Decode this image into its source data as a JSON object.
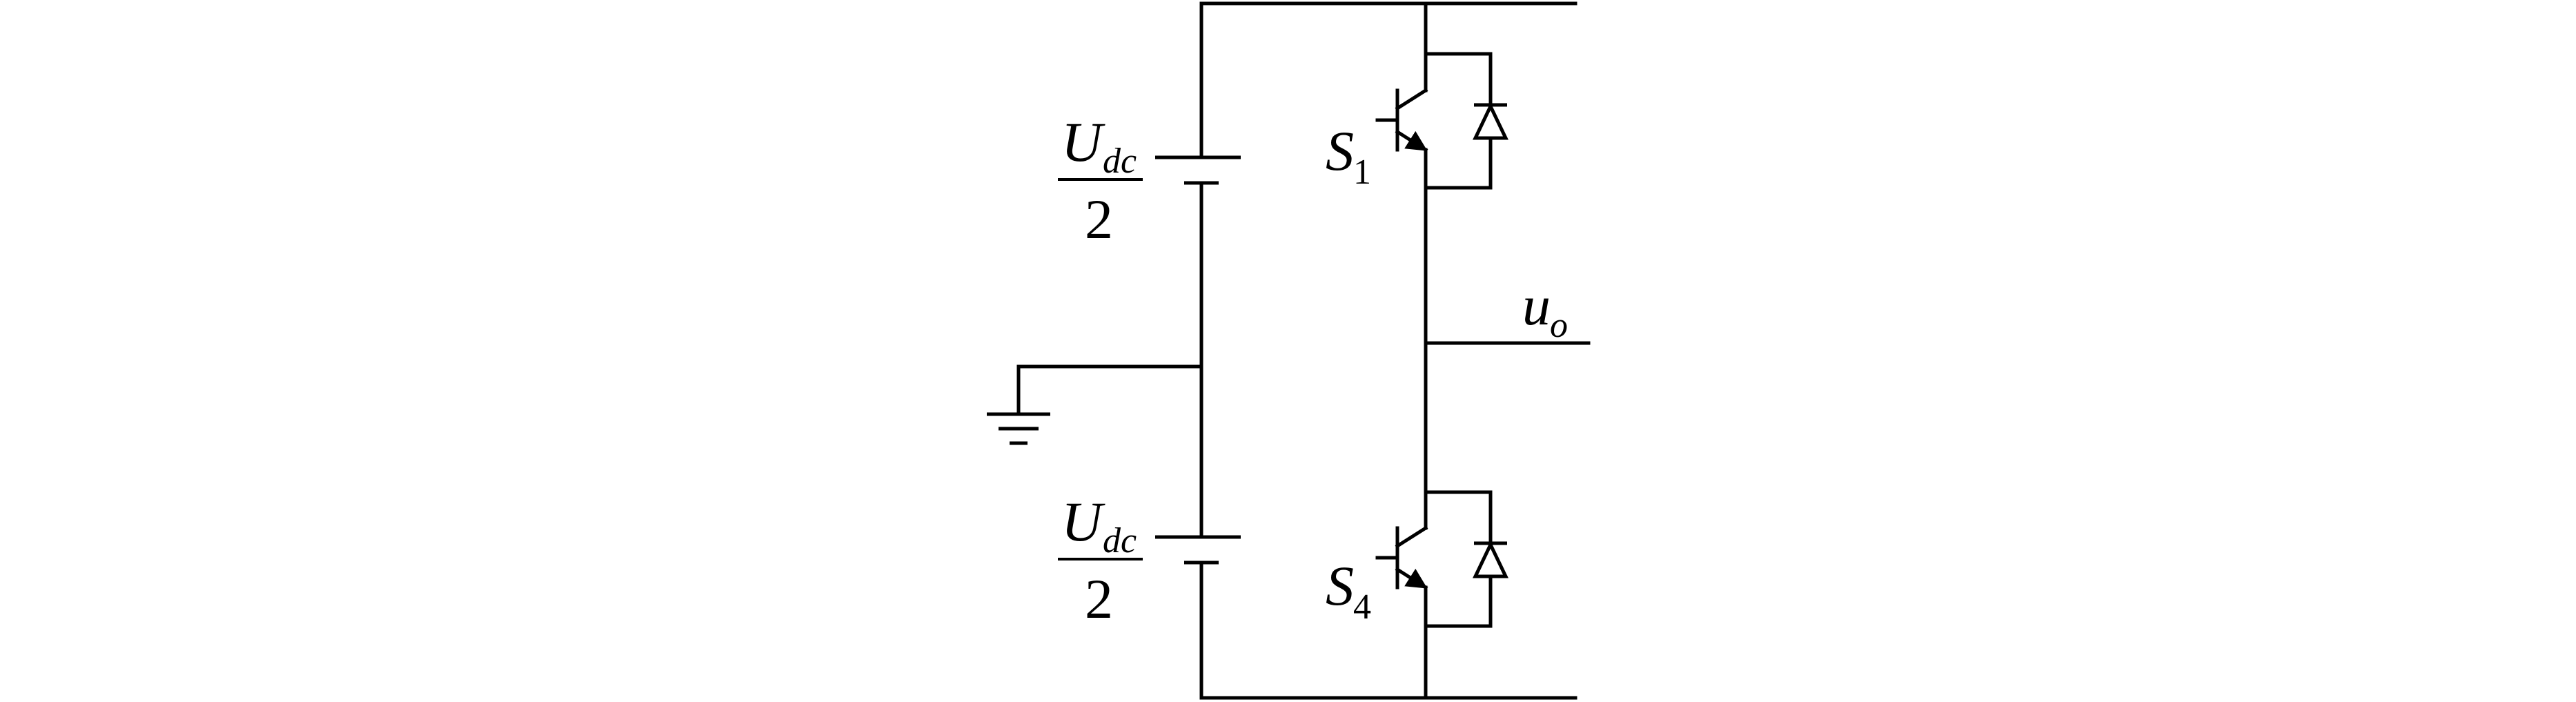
{
  "diagram": {
    "kind": "half-bridge inverter leg",
    "source_top": {
      "symbol": "U",
      "subscript": "dc",
      "denominator": "2"
    },
    "source_bottom": {
      "symbol": "U",
      "subscript": "dc",
      "denominator": "2"
    },
    "switch_upper": {
      "symbol": "S",
      "subscript": "1"
    },
    "switch_lower": {
      "symbol": "S",
      "subscript": "4"
    },
    "output": {
      "symbol": "u",
      "subscript": "o"
    },
    "colors": {
      "line": "#000000",
      "background": "#ffffff"
    }
  }
}
